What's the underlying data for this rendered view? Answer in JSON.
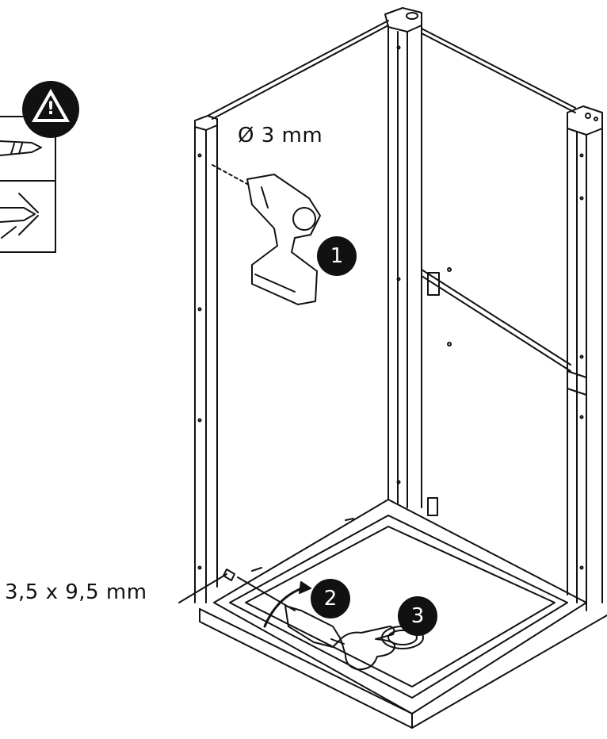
{
  "labels": {
    "drill_size": "Ø 3 mm",
    "screw_size": "3,5 x 9,5 mm"
  },
  "steps": [
    "1",
    "2",
    "3"
  ],
  "warning": {
    "symbol": "!",
    "icon": "warning-triangle-icon"
  },
  "colors": {
    "line": "#111111",
    "background": "#ffffff",
    "badge": "#111111"
  }
}
